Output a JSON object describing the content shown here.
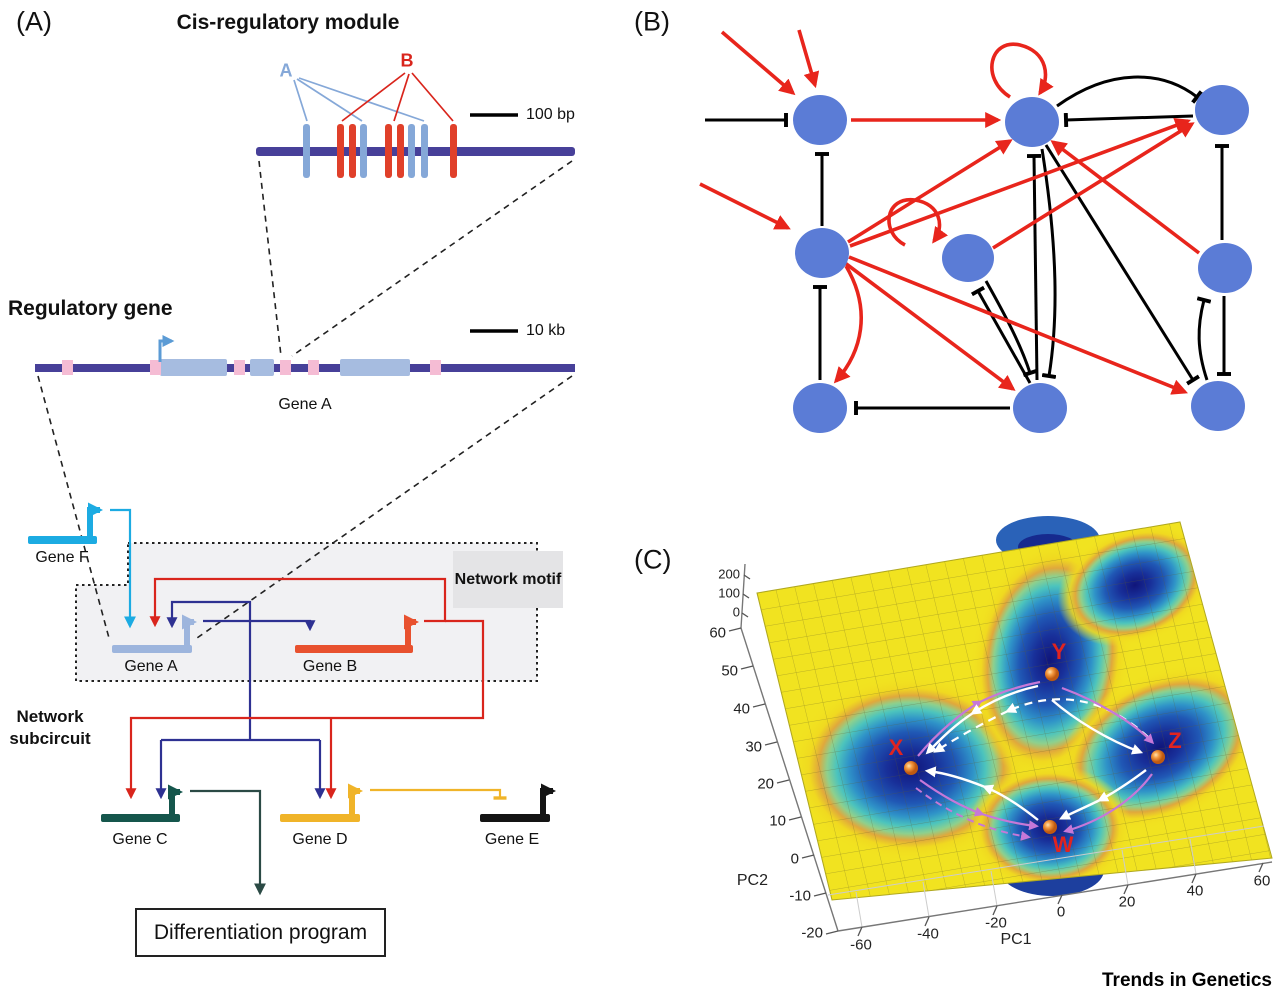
{
  "panel_a": {
    "label": "(A)",
    "title": "Cis-regulatory module",
    "tf_a": "A",
    "tf_b": "B",
    "scale_crm": "100 bp",
    "section2_title": "Regulatory gene",
    "scale_gene": "10 kb",
    "gene_a": "Gene A",
    "gene_f": "Gene F",
    "network_motif": "Network motif",
    "gene_a_motif": "Gene A",
    "gene_b": "Gene B",
    "network_subcircuit": "Network subcircuit",
    "gene_c": "Gene C",
    "gene_d": "Gene D",
    "gene_e": "Gene E",
    "differentiation": "Differentiation program",
    "colors": {
      "dna": "#474099",
      "site_a": "#85a8d8",
      "site_b": "#e0402a",
      "exon": "#a6bce0",
      "intron_mark": "#f5bcd4",
      "gene_f": "#1cabe2",
      "gene_a": "#9db5dd",
      "gene_b": "#e8512e",
      "gene_c": "#15564c",
      "gene_d": "#f0b429",
      "gene_e": "#141414",
      "activation_red": "#d9251c",
      "activation_navy": "#2e3192"
    }
  },
  "panel_b": {
    "label": "(B)",
    "node_count": 9,
    "node_color": "#5b7cd6",
    "activation_color": "#e8251c",
    "repression_color": "#000000"
  },
  "panel_c": {
    "label": "(C)",
    "z_ticks": [
      "200",
      "100",
      "0"
    ],
    "pc2_ticks": [
      "60",
      "50",
      "40",
      "30",
      "20",
      "10",
      "0",
      "-10",
      "-20"
    ],
    "pc1_ticks": [
      "-60",
      "-40",
      "-20",
      "0",
      "20",
      "40",
      "60"
    ],
    "pc2_label": "PC2",
    "pc1_label": "PC1",
    "attractors": [
      "X",
      "Y",
      "Z",
      "W"
    ],
    "surface_color": "#f1e320",
    "basin_color": "#10157a",
    "trajectory_solid": "#ffffff",
    "trajectory_alt": "#c678d8"
  },
  "footer": "Trends in Genetics"
}
